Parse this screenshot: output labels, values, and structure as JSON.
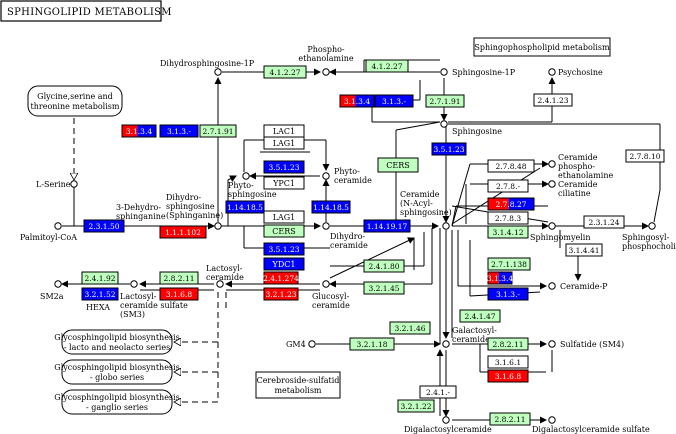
{
  "title": "SPHINGOLIPID METABOLISM",
  "colors": {
    "green": "#bfffbf",
    "blue": "#0000ff",
    "red": "#ff0000",
    "white": "#ffffff"
  },
  "pathways": {
    "glycine": [
      "Glycine,serine and",
      "threonine metabolism"
    ],
    "sphingophospholipid": "Sphingophospholipid metabolism",
    "gsl_lacto": [
      "Glycosphingolipid biosynthesis",
      "- lacto and neolacto series"
    ],
    "gsl_globo": [
      "Glycosphingolipid biosynthesis",
      "- globo series"
    ],
    "gsl_ganglio": [
      "Glycosphingolipid biosynthesis",
      "- ganglio series"
    ],
    "cerebroside": [
      "Cerebroside-sulfatid",
      "metabolism"
    ]
  },
  "compounds": {
    "dihydrosphingosine_1p": "Dihydrosphingosine-1P",
    "phosphoethanolamine": [
      "Phospho-",
      "ethanolamine"
    ],
    "sphingosine_1p": "Sphingosine-1P",
    "psychosine": "Psychosine",
    "sphingosine": "Sphingosine",
    "l_serine": "L-Serine",
    "palmitoyl_coa": "Palmitoyl-CoA",
    "dehydrosphinganine": [
      "3-Dehydro-",
      "sphinganine"
    ],
    "dihydrosphingosine": [
      "Dihydro-",
      "sphingosine",
      "(Sphinganine)"
    ],
    "phytosphingosine": [
      "Phyto-",
      "sphingosine"
    ],
    "phytoceramide": [
      "Phyto-",
      "ceramide"
    ],
    "dihydroceramide": [
      "Dihydro-",
      "ceramide"
    ],
    "ceramide": [
      "Ceramide",
      "(N-Acyl-",
      "sphingosine)"
    ],
    "ceramide_pe": [
      "Ceramide",
      "phospho-",
      "ethanolamine"
    ],
    "ceramide_ciliatine": [
      "Ceramide",
      "ciliatine"
    ],
    "sphingomyelin": "Sphingomyelin",
    "sphingosylphosphocholine": [
      "Sphingosyl-",
      "phosphocholine"
    ],
    "ceramide_p": "Ceramide-P",
    "lactosylceramide": [
      "Lactosyl-",
      "ceramide"
    ],
    "lactosylceramide_sulfate": [
      "Lactosyl-",
      "ceramide sulfate",
      "(SM3)"
    ],
    "glucosylceramide": [
      "Glucosyl-",
      "ceramide"
    ],
    "galactosylceramide": [
      "Galactosyl-",
      "ceramide"
    ],
    "sulfatide": "Sulfatide (SM4)",
    "gm4": "GM4",
    "digalactosylceramide": "Digalactosylceramide",
    "digalactosylceramide_sulfate": "Digalactosylceramide sulfate",
    "sm2a": "SM2a",
    "hexa": "HEXA"
  },
  "genes": {
    "lac1": "LAC1",
    "lag1_a": "LAG1",
    "ypc1_a": "YPC1",
    "lag1_b": "LAG1",
    "cers_a": "CERS",
    "cers_b": "CERS",
    "ydc1": "YDC1"
  },
  "enzymes": [
    {
      "label": "4.1.2.27",
      "color": "green"
    },
    {
      "label": "4.1.2.27",
      "color": "green"
    },
    {
      "label": "3.1.3.4",
      "color": "split"
    },
    {
      "label": "3.1.3.-",
      "color": "blue"
    },
    {
      "label": "3.1.3.4",
      "color": "split"
    },
    {
      "label": "3.1.3.-",
      "color": "blue"
    },
    {
      "label": "2.7.1.91",
      "color": "green"
    },
    {
      "label": "2.7.1.91",
      "color": "green"
    },
    {
      "label": "2.4.1.23",
      "color": "white"
    },
    {
      "label": "3.5.1.23",
      "color": "blue"
    },
    {
      "label": "3.5.1.23",
      "color": "blue"
    },
    {
      "label": "3.5.1.23",
      "color": "blue"
    },
    {
      "label": "1.14.18.5",
      "color": "blue"
    },
    {
      "label": "1.14.18.5",
      "color": "blue"
    },
    {
      "label": "2.3.1.50",
      "color": "blue"
    },
    {
      "label": "1.1.1.102",
      "color": "red"
    },
    {
      "label": "1.14.19.17",
      "color": "blue"
    },
    {
      "label": "2.7.8.48",
      "color": "white"
    },
    {
      "label": "2.7.8.-",
      "color": "white"
    },
    {
      "label": "2.7.8.27",
      "color": "split"
    },
    {
      "label": "2.7.8.3",
      "color": "white"
    },
    {
      "label": "3.1.4.12",
      "color": "green"
    },
    {
      "label": "2.3.1.24",
      "color": "white"
    },
    {
      "label": "2.7.8.10",
      "color": "white"
    },
    {
      "label": "3.1.4.41",
      "color": "white"
    },
    {
      "label": "2.7.1.138",
      "color": "green"
    },
    {
      "label": "3.1.3.4",
      "color": "split"
    },
    {
      "label": "3.1.3.-",
      "color": "blue"
    },
    {
      "label": "2.4.1.80",
      "color": "green"
    },
    {
      "label": "3.2.1.45",
      "color": "green"
    },
    {
      "label": "3.2.1.46",
      "color": "green"
    },
    {
      "label": "2.4.1.47",
      "color": "green"
    },
    {
      "label": "2.4.1.274",
      "color": "red"
    },
    {
      "label": "3.2.1.23",
      "color": "red"
    },
    {
      "label": "2.4.1.92",
      "color": "green"
    },
    {
      "label": "3.2.1.52",
      "color": "blue"
    },
    {
      "label": "2.8.2.11",
      "color": "green"
    },
    {
      "label": "3.1.6.8",
      "color": "red"
    },
    {
      "label": "2.8.2.11",
      "color": "green"
    },
    {
      "label": "3.1.6.1",
      "color": "white"
    },
    {
      "label": "3.1.6.8",
      "color": "red"
    },
    {
      "label": "3.2.1.18",
      "color": "green"
    },
    {
      "label": "3.2.1.22",
      "color": "green"
    },
    {
      "label": "2.4.1.-",
      "color": "white"
    },
    {
      "label": "2.8.2.11",
      "color": "green"
    }
  ]
}
